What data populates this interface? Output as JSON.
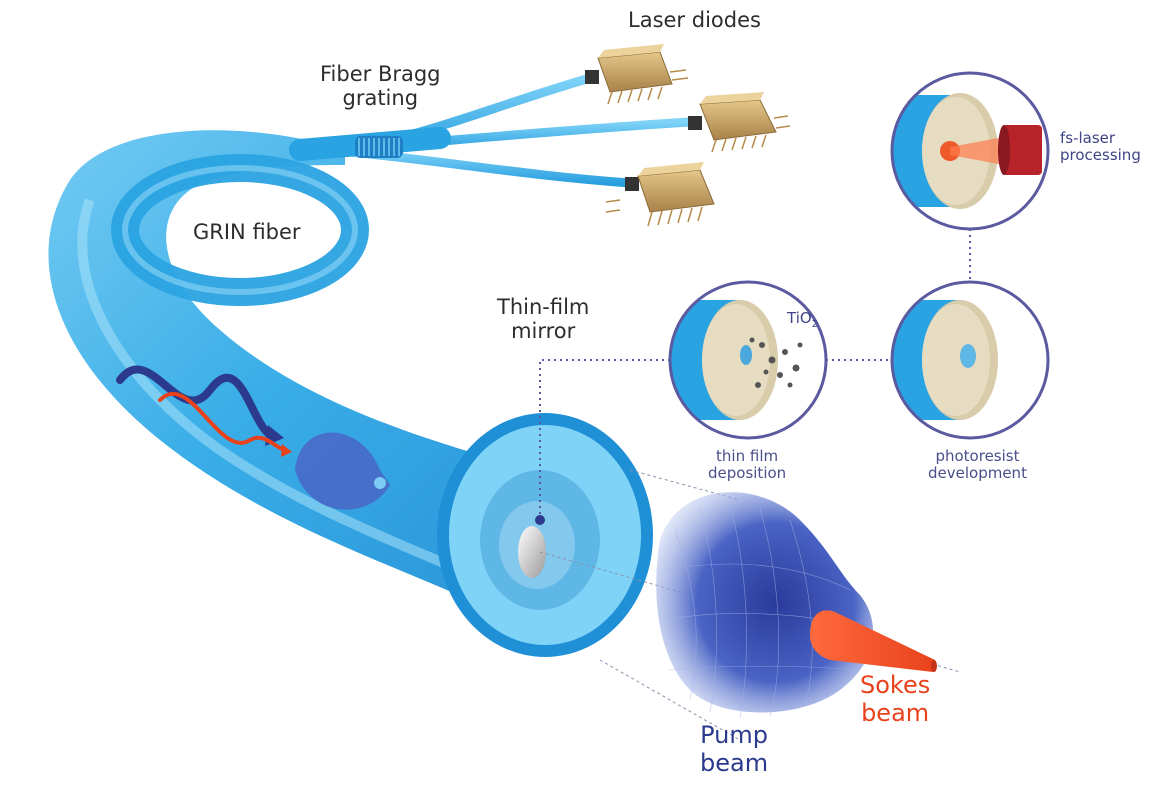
{
  "labels": {
    "laser_diodes": "Laser diodes",
    "fiber_bragg_1": "Fiber Bragg",
    "fiber_bragg_2": "grating",
    "grin_fiber": "GRIN fiber",
    "thin_film_1": "Thin-film",
    "thin_film_2": "mirror",
    "fs_laser_1": "fs-laser",
    "fs_laser_2": "processing",
    "tio2_main": "TiO",
    "tio2_sub": "2",
    "thin_film_dep_1": "thin film",
    "thin_film_dep_2": "deposition",
    "photoresist_1": "photoresist",
    "photoresist_2": "development",
    "pump_1": "Pump",
    "pump_2": "beam",
    "stokes_1": "Sokes",
    "stokes_2": "beam"
  },
  "colors": {
    "fiber": "#2fa9e6",
    "fiber_light": "#8fd6f7",
    "fiber_dark": "#1f7fc4",
    "diode": "#c9a463",
    "pump_beam": "#2b3a8c",
    "stokes_beam": "#e8421c",
    "circle_border": "#5a5aa0",
    "disc": "#e6dcc2"
  }
}
